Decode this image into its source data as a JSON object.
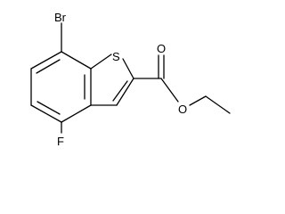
{
  "molecule": {
    "atoms": {
      "bromine": "Br",
      "sulfur": "S",
      "fluorine": "F",
      "carbonyl_oxygen": "O",
      "ester_oxygen": "O"
    },
    "colors": {
      "bond": "#000000",
      "label": "#000000",
      "background": "#ffffff"
    }
  }
}
